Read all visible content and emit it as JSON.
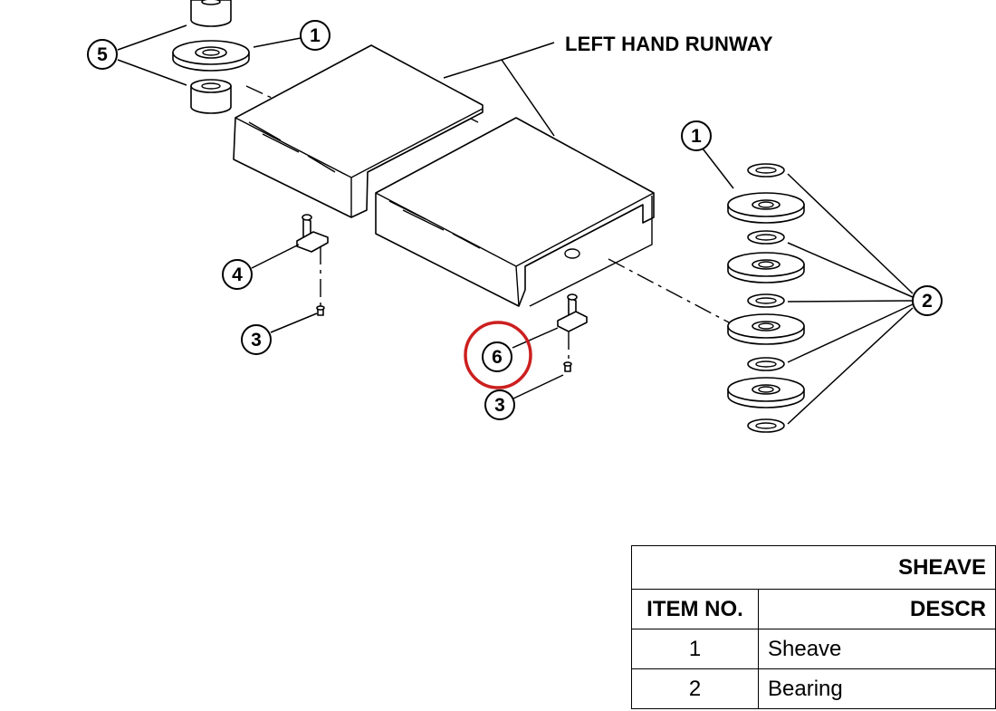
{
  "diagram": {
    "runway_label": "LEFT HAND RUNWAY",
    "callouts": [
      {
        "id": "balloon-5",
        "number": "5"
      },
      {
        "id": "balloon-1-top",
        "number": "1"
      },
      {
        "id": "balloon-1-right",
        "number": "1"
      },
      {
        "id": "balloon-2",
        "number": "2"
      },
      {
        "id": "balloon-4",
        "number": "4"
      },
      {
        "id": "balloon-3-left",
        "number": "3"
      },
      {
        "id": "balloon-6",
        "number": "6"
      },
      {
        "id": "balloon-3-right",
        "number": "3"
      }
    ],
    "highlight_color": "#cc1f1f"
  },
  "table": {
    "title": "SHEAVE",
    "headers": {
      "item_no": "ITEM NO.",
      "description": "DESCR"
    },
    "rows": [
      {
        "item": "1",
        "description": "Sheave"
      },
      {
        "item": "2",
        "description": "Bearing"
      }
    ]
  }
}
